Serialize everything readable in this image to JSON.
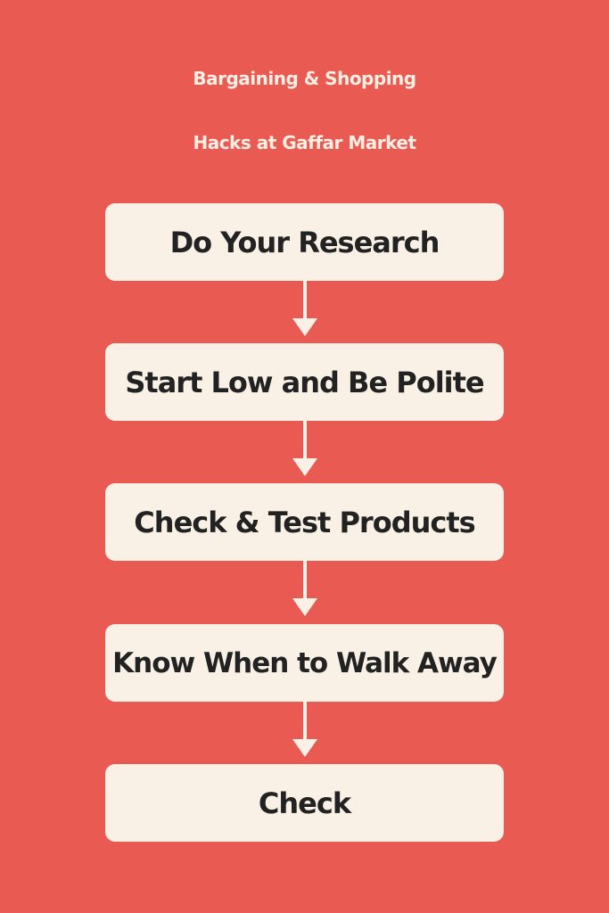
{
  "title": {
    "line1": "Bargaining & Shopping",
    "line2": "Hacks at Gaffar Market"
  },
  "colors": {
    "background": "#E95A52",
    "box": "#F9F1E6",
    "text": "#222222",
    "title_text": "#FBEFE3",
    "arrow": "#F9F1E6"
  },
  "steps": [
    {
      "label": "Do Your Research"
    },
    {
      "label": "Start Low and Be Polite"
    },
    {
      "label": "Check & Test Products"
    },
    {
      "label": "Know When to Walk Away"
    },
    {
      "label": "Check"
    }
  ]
}
